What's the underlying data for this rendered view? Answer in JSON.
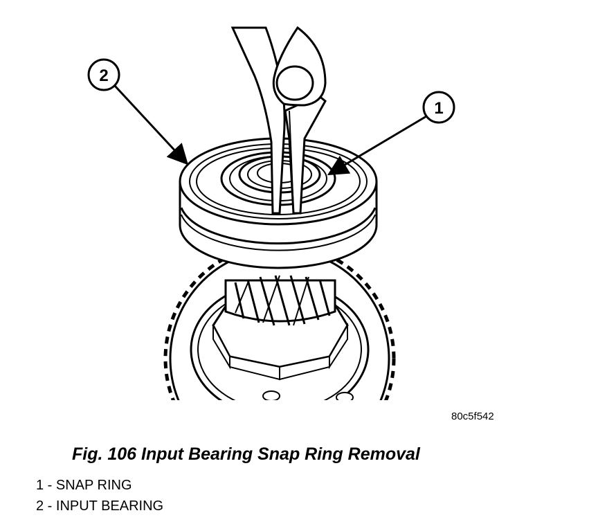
{
  "figure": {
    "callouts": [
      {
        "number": "1",
        "target": "SNAP RING"
      },
      {
        "number": "2",
        "target": "INPUT BEARING"
      }
    ],
    "figure_id": "80c5f542",
    "caption": "Fig. 106 Input Bearing Snap Ring Removal"
  },
  "legend": [
    {
      "number": "1",
      "label": " - SNAP RING"
    },
    {
      "number": "2",
      "label": " - INPUT BEARING"
    }
  ],
  "colors": {
    "line": "#000000",
    "background": "#ffffff"
  }
}
